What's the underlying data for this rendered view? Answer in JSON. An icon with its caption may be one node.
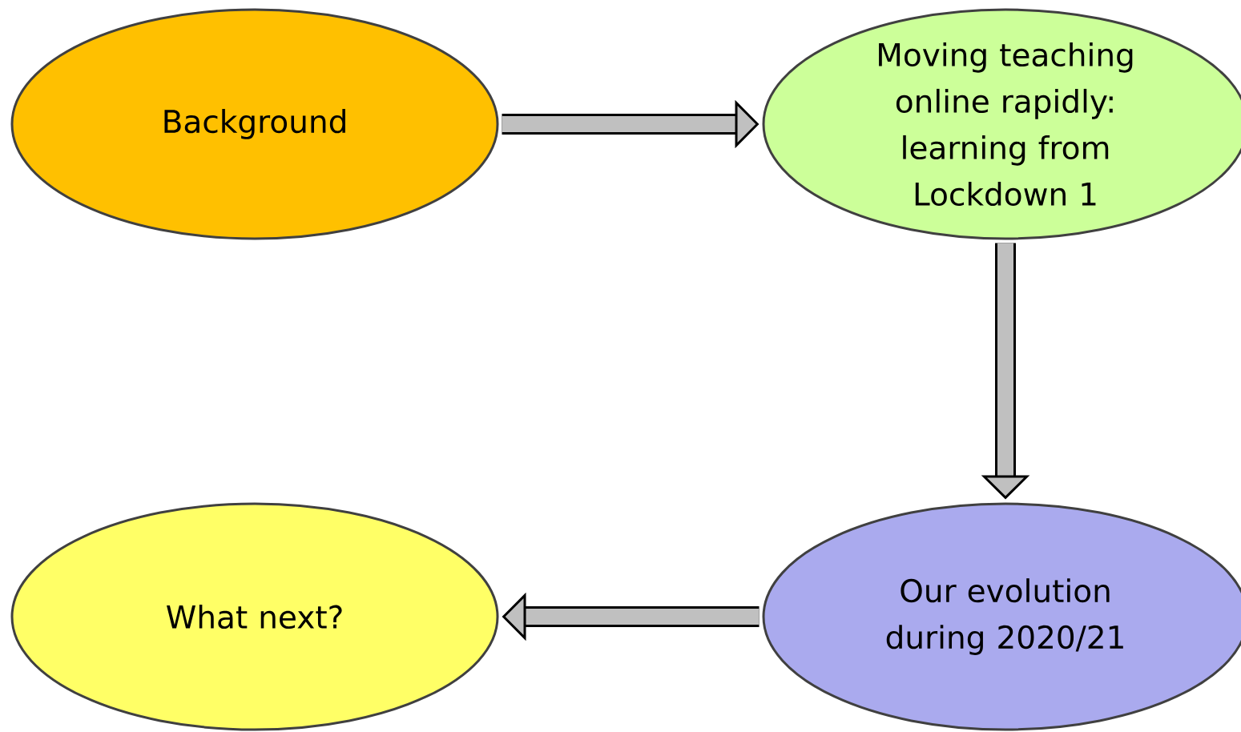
{
  "diagram": {
    "nodes": [
      {
        "text": [
          "Background"
        ]
      },
      {
        "text": [
          "Moving teaching online rapidly: learning from Lockdown 1"
        ]
      },
      {
        "text": [
          "What next?"
        ]
      },
      {
        "text": [
          "Our evolution during 2020/21"
        ]
      }
    ],
    "edges": [
      {
        "from": 0,
        "to": 1,
        "arrow": "to"
      },
      {
        "from": 1,
        "to": 3,
        "arrow": "to"
      },
      {
        "from": 3,
        "to": 2,
        "arrow": "to"
      }
    ]
  }
}
